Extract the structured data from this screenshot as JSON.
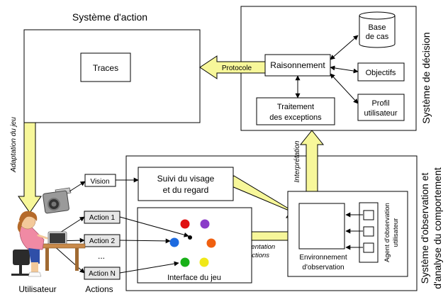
{
  "sections": {
    "action": "Système d'action",
    "decision": "Système de décision",
    "observation_line1": "Système d'observation et",
    "observation_line2": "d'analyse du comportement"
  },
  "nodes": {
    "traces": "Traces",
    "raisonnement": "Raisonnement",
    "base_line1": "Base",
    "base_line2": "de cas",
    "objectifs": "Objectifs",
    "profil_line1": "Profil",
    "profil_line2": "utilisateur",
    "traitement_line1": "Traitement",
    "traitement_line2": "des exceptions",
    "vision": "Vision",
    "suivi_line1": "Suivi du visage",
    "suivi_line2": "et du regard",
    "action1": "Action 1",
    "action2": "Action 2",
    "ellipsis": "...",
    "actionN": "Action N",
    "interface": "Interface du jeu",
    "env_line1": "Environnement",
    "env_line2": "d'observation",
    "agent_line1": "Agent d'observation",
    "agent_line2": "utilisateur"
  },
  "edges": {
    "protocole": "Protocole",
    "adaptation": "Adaptation du jeu",
    "interpretation": "Interprétation",
    "representation_line1": "Représentation",
    "representation_line2": "des actions"
  },
  "captions": {
    "utilisateur": "Utilisateur",
    "actions": "Actions"
  },
  "colors": {
    "fat_arrow": "#f7f79a",
    "action_box": "#e6e6e6",
    "dot_red": "#e01010",
    "dot_purple": "#8a3cc8",
    "dot_blue": "#1c6ae0",
    "dot_orange": "#f06010",
    "dot_green": "#18b018",
    "dot_yellow": "#f0e818"
  }
}
